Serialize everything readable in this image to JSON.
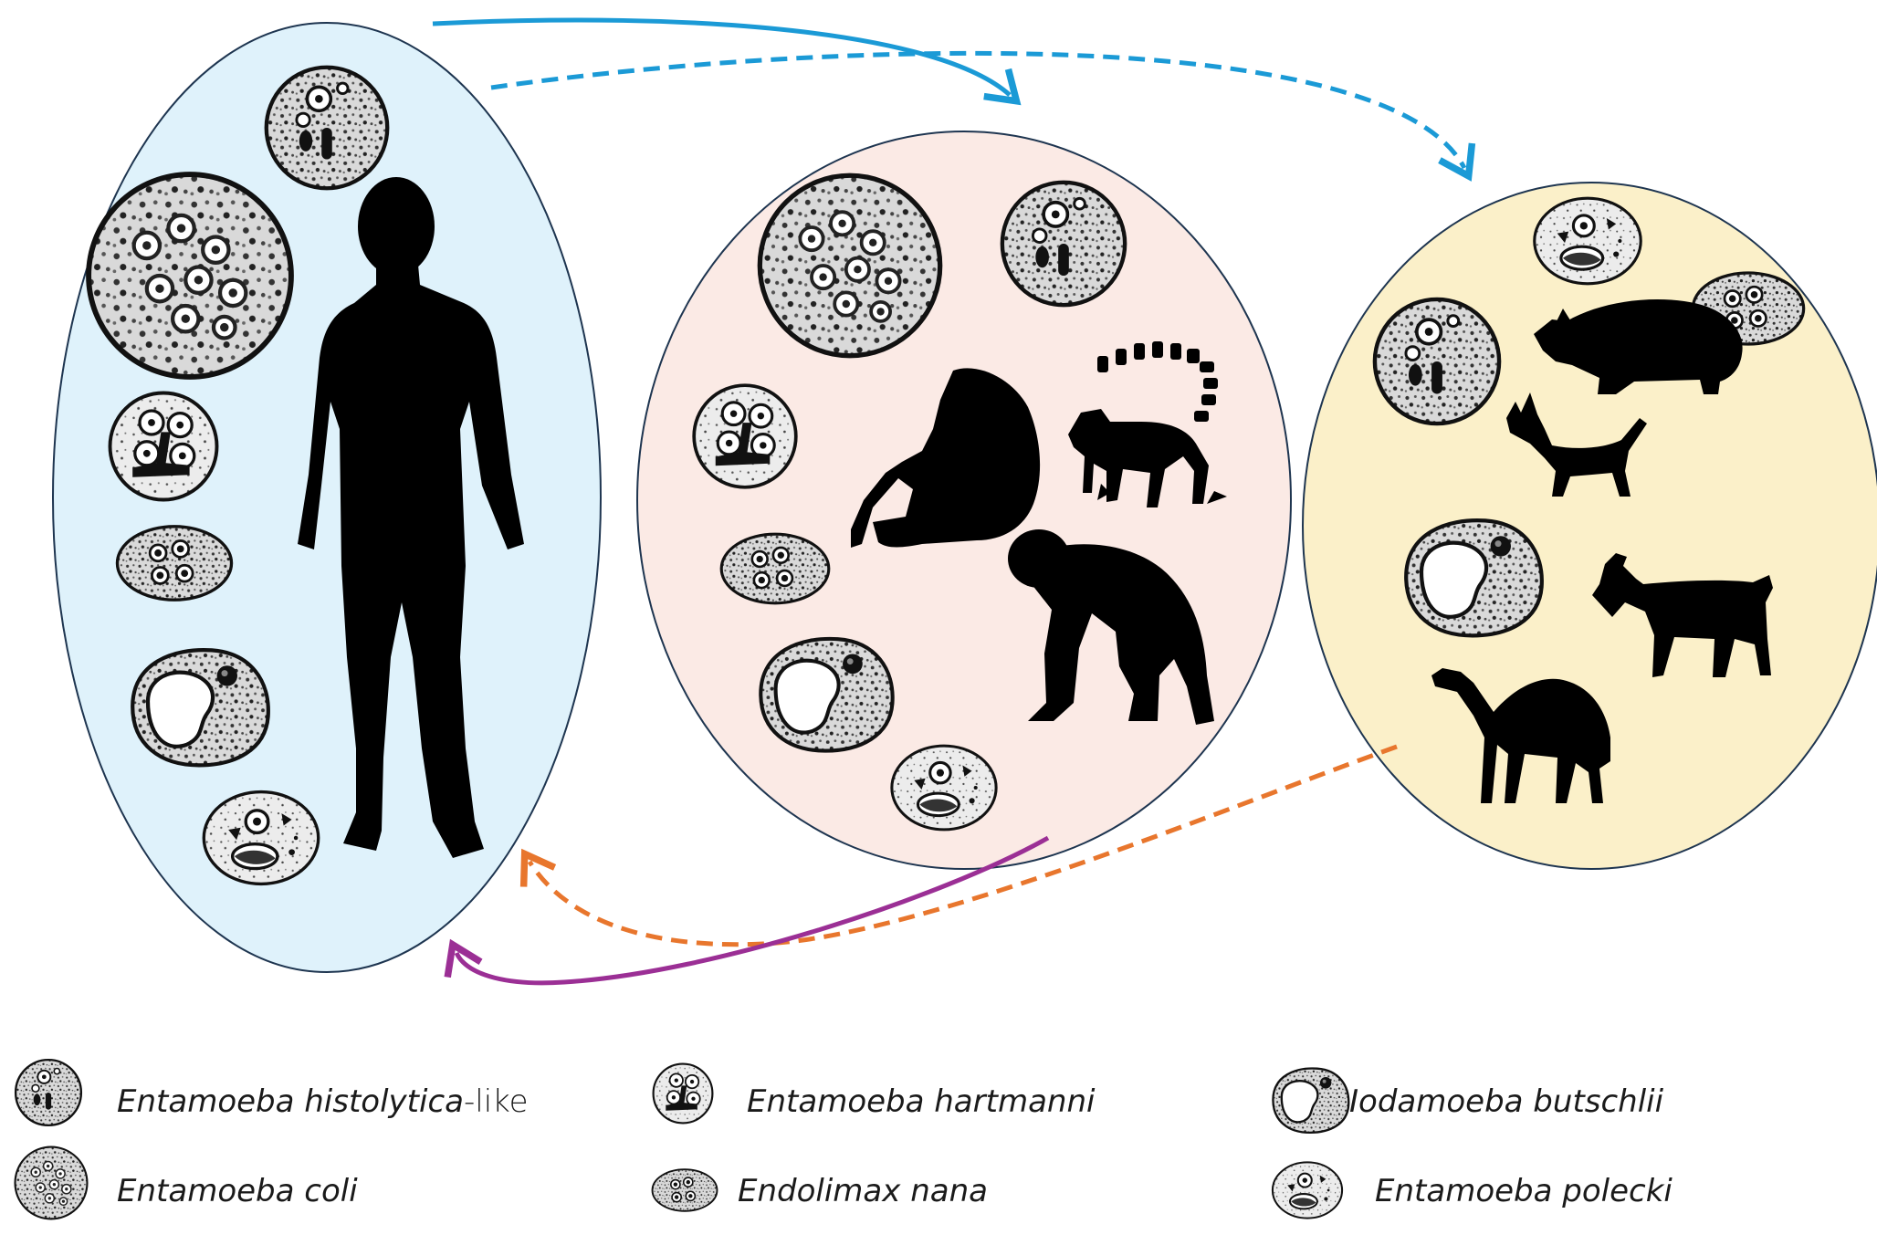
{
  "colors": {
    "human_group": "#dff2fb",
    "primate_group": "#fbeae5",
    "livestock_group": "#fbf0c9",
    "outline": "#1e3550",
    "arrow_blue": "#1b9ad6",
    "arrow_orange": "#e8762d",
    "arrow_purple": "#9b2f95",
    "silhouette": "#000000",
    "cyst_fill": "#bdbdbd"
  },
  "groups": [
    {
      "name": "human",
      "silhouettes": [
        "human-silhouette"
      ]
    },
    {
      "name": "non-human primates",
      "silhouettes": [
        "monkey-silhouette",
        "lemur-silhouette",
        "chimpanzee-silhouette"
      ]
    },
    {
      "name": "livestock and domestic animals",
      "silhouettes": [
        "pig-silhouette",
        "dog-silhouette",
        "goat-silhouette",
        "camel-silhouette"
      ]
    }
  ],
  "arrows": [
    {
      "from": "human",
      "to": "non-human primates",
      "style": "solid",
      "color": "blue"
    },
    {
      "from": "human",
      "to": "livestock and domestic animals",
      "style": "dashed",
      "color": "blue"
    },
    {
      "from": "livestock and domestic animals",
      "to": "human",
      "style": "dashed",
      "color": "orange"
    },
    {
      "from": "non-human primates",
      "to": "human",
      "style": "solid",
      "color": "purple"
    }
  ],
  "legend": {
    "items": [
      {
        "icon": "histolytica-cyst-icon",
        "label_main": "Entamoeba histolytica",
        "label_suffix": "-like"
      },
      {
        "icon": "coli-cyst-icon",
        "label": "Entamoeba coli"
      },
      {
        "icon": "hartmanni-cyst-icon",
        "label": "Entamoeba hartmanni"
      },
      {
        "icon": "nana-cyst-icon",
        "label": "Endolimax nana"
      },
      {
        "icon": "butschlii-cyst-icon",
        "label": "Iodamoeba butschlii"
      },
      {
        "icon": "polecki-cyst-icon",
        "label": "Entamoeba polecki"
      }
    ]
  }
}
